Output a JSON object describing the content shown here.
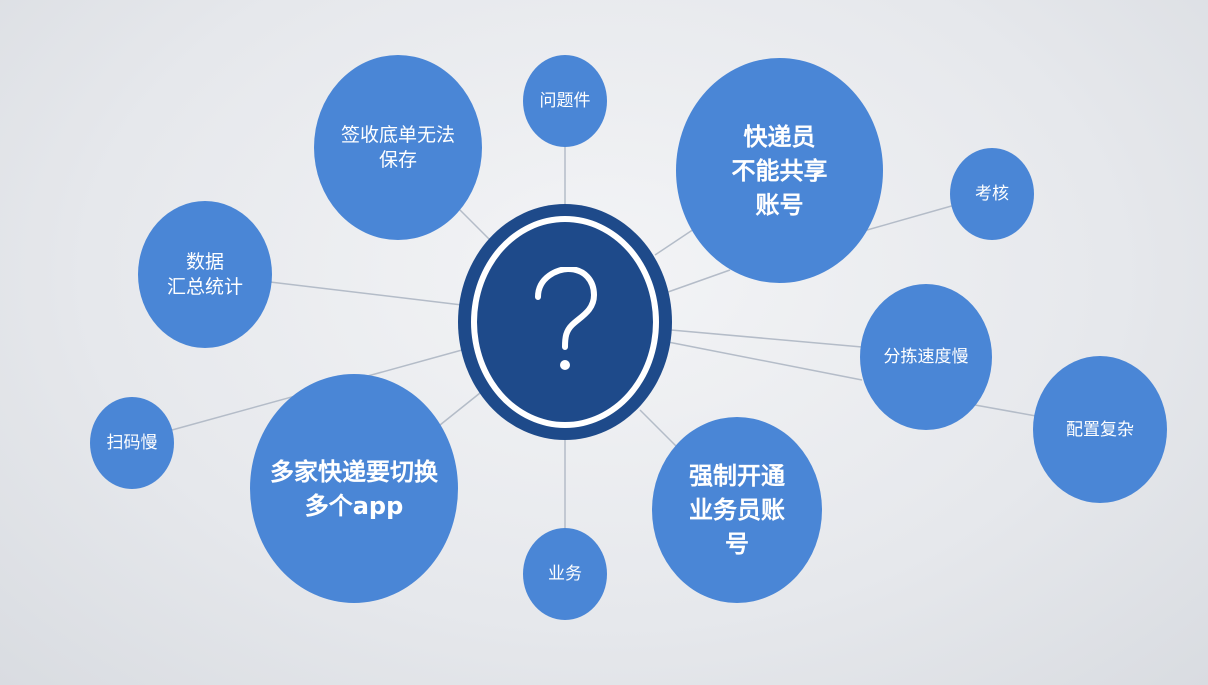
{
  "center": {
    "icon": "question-mark-icon"
  },
  "colors": {
    "node": "#4a86d6",
    "center": "#1e4a8a",
    "connector": "#b4bcc8"
  },
  "nodes": [
    {
      "id": "sign-receipt",
      "label": "签收底单无法\n保存"
    },
    {
      "id": "problem-item",
      "label": "问题件"
    },
    {
      "id": "courier-account",
      "label": "快递员\n不能共享\n账号"
    },
    {
      "id": "assessment",
      "label": "考核"
    },
    {
      "id": "statistics",
      "label": "数据\n汇总统计"
    },
    {
      "id": "sorting",
      "label": "分拣速度慢"
    },
    {
      "id": "config",
      "label": "配置复杂"
    },
    {
      "id": "scan",
      "label": "扫码慢"
    },
    {
      "id": "multi-app",
      "label": "多家快递要切换\n多个app"
    },
    {
      "id": "business",
      "label": "业务"
    },
    {
      "id": "forced-account",
      "label": "强制开通\n业务员账\n号"
    }
  ]
}
